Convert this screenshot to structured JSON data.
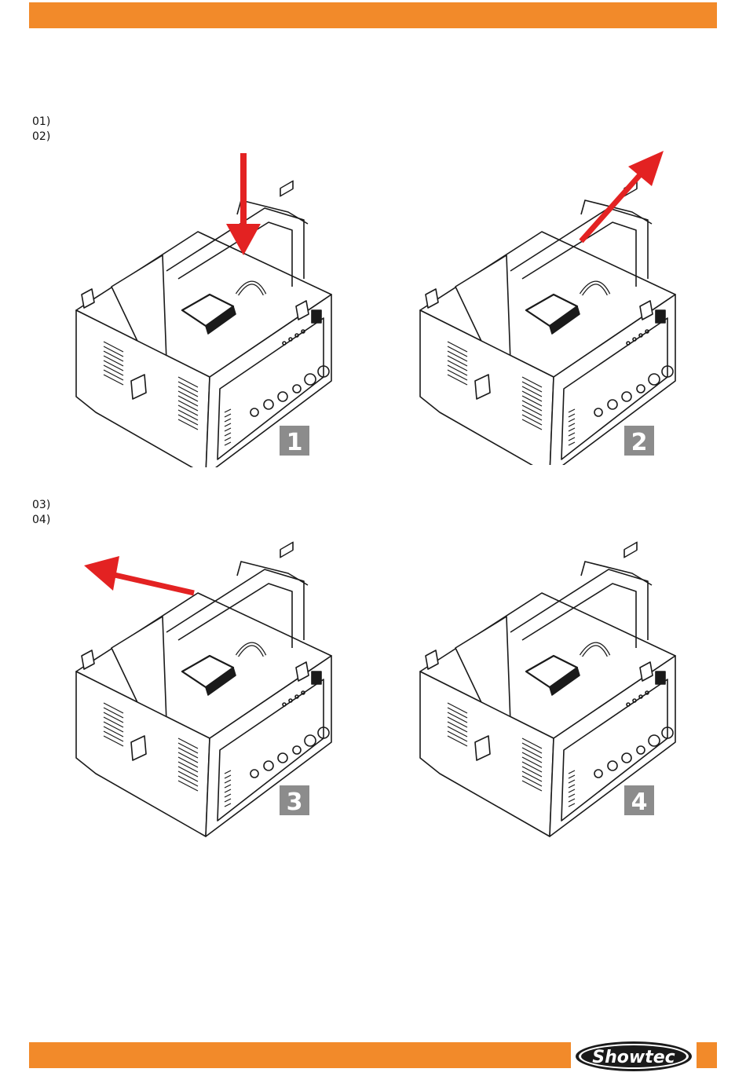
{
  "steps_top": [
    "01)",
    "02)"
  ],
  "steps_bottom": [
    "03)",
    "04)"
  ],
  "figures": [
    {
      "number": "1",
      "arrow": "down"
    },
    {
      "number": "2",
      "arrow": "up-right"
    },
    {
      "number": "3",
      "arrow": "left"
    },
    {
      "number": "4",
      "arrow": "none"
    }
  ],
  "colors": {
    "accent_orange": "#f28a2a",
    "arrow_red": "#e32222",
    "badge_gray": "#8c8c8c",
    "line_art": "#1a1a1a"
  },
  "brand": {
    "logo": "Showtec"
  }
}
